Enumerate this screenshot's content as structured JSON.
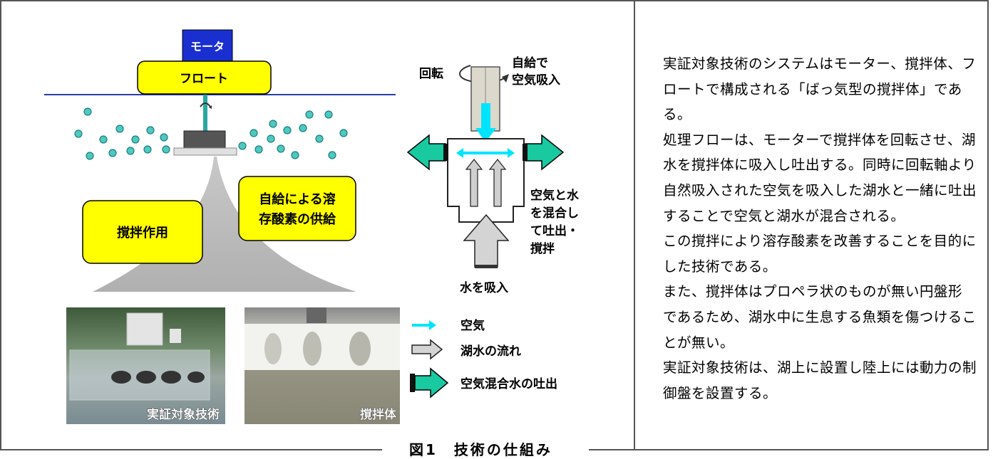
{
  "diagram": {
    "motor_label": "モータ",
    "float_label": "フロート",
    "mixing_label": "撹拌作用",
    "oxygen_label_line1": "自給による溶",
    "oxygen_label_line2": "存酸素の供給",
    "rotation_label": "回転",
    "air_intake_line1": "自給で",
    "air_intake_line2": "空気吸入",
    "mix_discharge_line1": "空気と水",
    "mix_discharge_line2": "を混合し",
    "mix_discharge_line3": "て吐出・",
    "mix_discharge_line4": "撹拌",
    "water_intake_label": "水を吸入"
  },
  "legend": {
    "air": "空気",
    "lake_flow": "湖水の流れ",
    "mixed_discharge": "空気混合水の吐出"
  },
  "photos": {
    "left_label": "実証対象技術",
    "right_label": "撹拌体"
  },
  "caption": "図1　技術の仕組み",
  "description": [
    "実証対象技術のシステムはモーター、撹拌体、フロートで構成される「ばっ気型の撹拌体」である。",
    "処理フローは、モーターで撹拌体を回転させ、湖水を撹拌体に吸入し吐出する。同時に回転軸より自然吸入された空気を吸入した湖水と一緒に吐出することで空気と湖水が混合される。",
    "この撹拌により溶存酸素を改善することを目的にした技術である。",
    "また、撹拌体はプロペラ状のものが無い円盤形であるため、湖水中に生息する魚類を傷つけることが無い。",
    "実証対象技術は、湖上に設置し陸上には動力の制御盤を設置する。"
  ],
  "colors": {
    "motor_blue": "#1a2fd0",
    "float_yellow": "#ffff00",
    "air_cyan": "#00e5ff",
    "discharge_teal": "#19c9a0",
    "bubble": "#4fc8c0",
    "plume_gray": "#b8b8b8"
  }
}
